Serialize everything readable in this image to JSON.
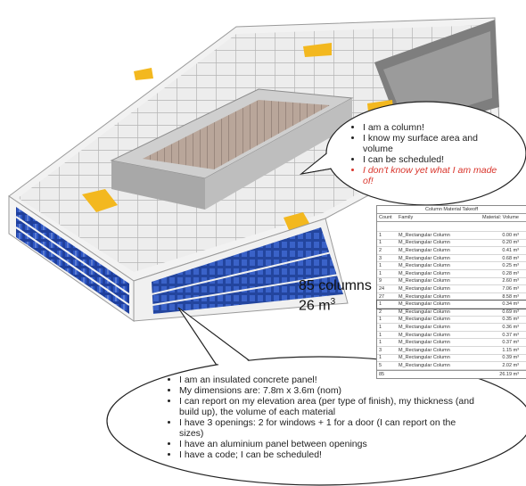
{
  "bubble_column": {
    "items": [
      "I am a column!",
      "I know my surface area and volume",
      "I can be scheduled!",
      "I don't know yet what I am made of!"
    ]
  },
  "bubble_panel": {
    "items": [
      "I am an insulated concrete panel!",
      "My dimensions are: 7.8m x 3.6m (nom)",
      "I can report on my elevation area (per type of finish), my thickness (and build up), the volume of each material",
      "I have 3 openings: 2 for windows + 1 for a door (I can report on the sizes)",
      "I have an aluminium panel between openings",
      "I have a code; I can be scheduled!"
    ]
  },
  "summary": {
    "columns": "85 columns",
    "volume": "26 m",
    "volume_unit_sup": "3"
  },
  "takeoff": {
    "title": "Column Material Takeoff",
    "headers": [
      "Count",
      "Family",
      "Material: Volume"
    ],
    "rows": [
      [
        "1",
        "M_Rectangular Column",
        "0.00 m³"
      ],
      [
        "1",
        "M_Rectangular Column",
        "0.20 m³"
      ],
      [
        "2",
        "M_Rectangular Column",
        "0.41 m³"
      ],
      [
        "3",
        "M_Rectangular Column",
        "0.68 m³"
      ],
      [
        "1",
        "M_Rectangular Column",
        "0.25 m³"
      ],
      [
        "1",
        "M_Rectangular Column",
        "0.28 m³"
      ],
      [
        "9",
        "M_Rectangular Column",
        "2.60 m³"
      ],
      [
        "24",
        "M_Rectangular Column",
        "7.06 m³"
      ],
      [
        "27",
        "M_Rectangular Column",
        "8.58 m³"
      ],
      [
        "1",
        "M_Rectangular Column",
        "0.34 m³"
      ],
      [
        "2",
        "M_Rectangular Column",
        "0.69 m³"
      ],
      [
        "1",
        "M_Rectangular Column",
        "0.35 m³"
      ],
      [
        "1",
        "M_Rectangular Column",
        "0.36 m³"
      ],
      [
        "1",
        "M_Rectangular Column",
        "0.37 m³"
      ],
      [
        "1",
        "M_Rectangular Column",
        "0.37 m³"
      ],
      [
        "3",
        "M_Rectangular Column",
        "1.15 m³"
      ],
      [
        "1",
        "M_Rectangular Column",
        "0.39 m³"
      ],
      [
        "5",
        "M_Rectangular Column",
        "2.02 m³"
      ]
    ],
    "selected_row": 9,
    "total_count": "85",
    "total_volume": "26.19 m³"
  },
  "colors": {
    "facade_blue": "#1f3f9c",
    "accent_yellow": "#f3b81f",
    "roof_grey": "#8a8a8a",
    "emphasis_red": "#d9342b"
  }
}
